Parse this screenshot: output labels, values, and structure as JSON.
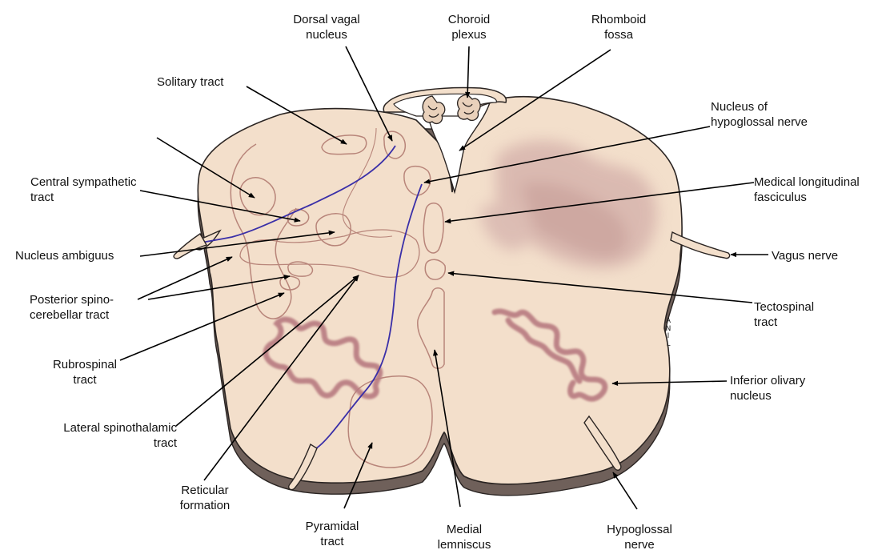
{
  "labels": {
    "dorsal_vagal_nucleus": "Dorsal vagal\nnucleus",
    "choroid_plexus": "Choroid\nplexus",
    "rhomboid_fossa": "Rhomboid\nfossa",
    "solitary_tract": "Solitary tract",
    "nucleus_hypoglossal_nerve": "Nucleus of\nhypoglossal nerve",
    "central_sympathetic_tract": "Central sympathetic\ntract",
    "medial_longitudinal_fasciculus": "Medical longitudinal\nfasciculus",
    "nucleus_ambiguus": "Nucleus ambiguus",
    "vagus_nerve": "Vagus nerve",
    "posterior_spinocerebellar_tract": "Posterior spino-\ncerebellar tract",
    "tectospinal_tract": "Tectospinal\ntract",
    "rubrospinal_tract": "Rubrospinal\ntract",
    "inferior_olivary_nucleus": "Inferior olivary\nnucleus",
    "lateral_spinothalamic_tract": "Lateral spinothalamic\ntract",
    "reticular_formation": "Reticular\nformation",
    "pyramidal_tract": "Pyramidal\ntract",
    "medial_lemniscus": "Medial\nlemniscus",
    "hypoglossal_nerve": "Hypoglossal\nnerve"
  },
  "signature": "A\nN\nI\nL",
  "colors": {
    "tissue": "#f3dfcb",
    "tissue_shadow": "#7a6a61",
    "outline": "#2a2422",
    "structure_outline": "#b8857a",
    "olive": "#b87a80",
    "nerve_fiber": "#3a2fa8",
    "arrow": "#000000"
  }
}
